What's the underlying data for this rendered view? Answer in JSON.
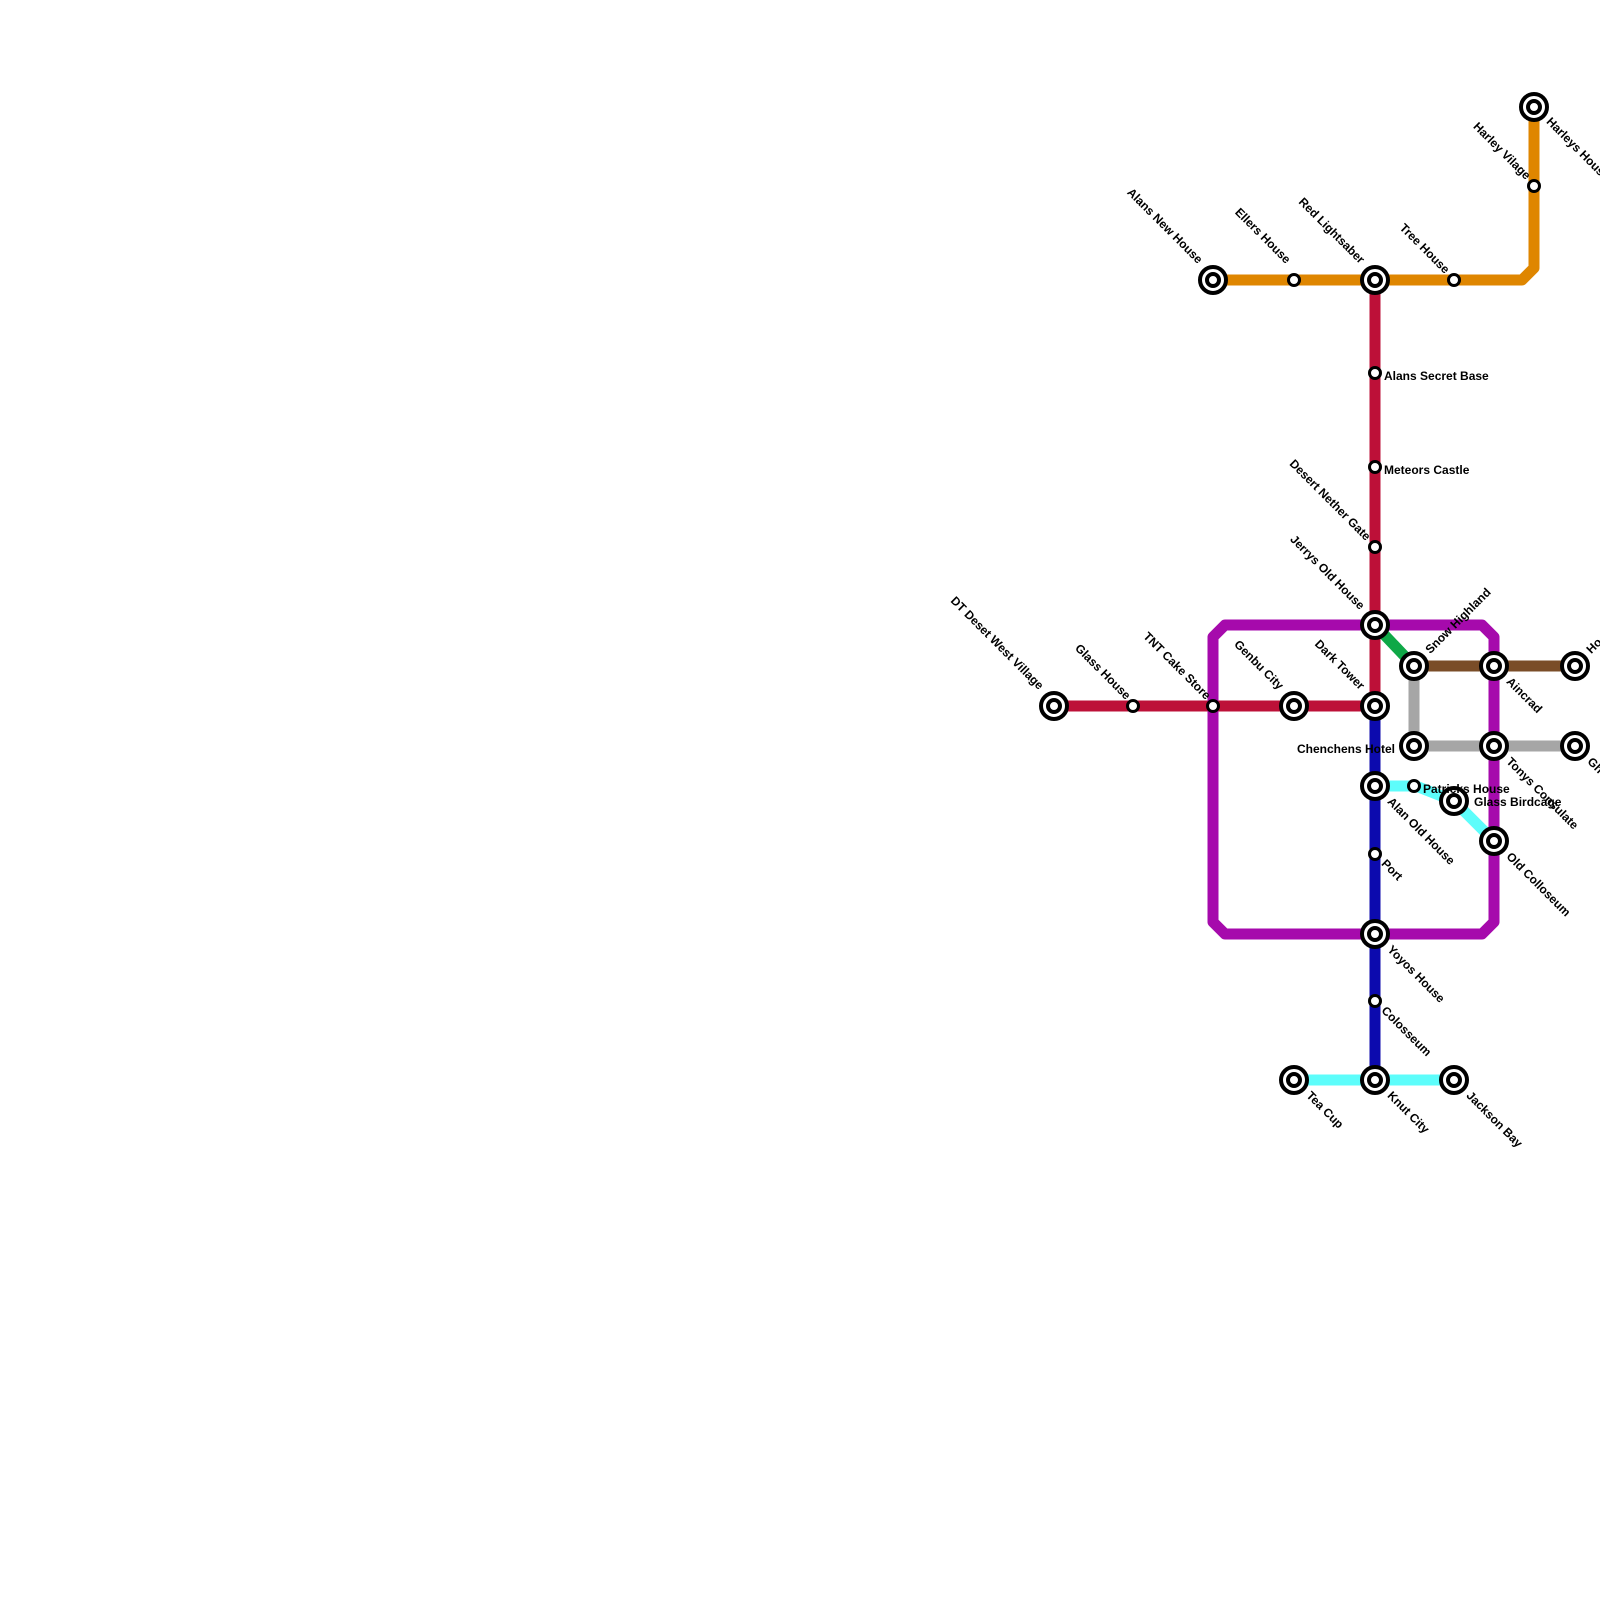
{
  "colors": {
    "orange": "#df8600",
    "red": "#bd1038",
    "purple": "#a60aac",
    "blue": "#0c0aae",
    "cyan": "#5dfdfb",
    "green": "#0fa847",
    "brown": "#7a4d28",
    "gray": "#a6a6a6"
  },
  "lines": [
    {
      "id": "orange-line",
      "color": "orange"
    },
    {
      "id": "red-line",
      "color": "red"
    },
    {
      "id": "purple-line",
      "color": "purple"
    },
    {
      "id": "blue-line",
      "color": "blue"
    },
    {
      "id": "cyan-line-north",
      "color": "cyan"
    },
    {
      "id": "cyan-line-south",
      "color": "cyan"
    },
    {
      "id": "green-line",
      "color": "green"
    },
    {
      "id": "brown-line",
      "color": "brown"
    },
    {
      "id": "gray-line",
      "color": "gray"
    }
  ],
  "stations": [
    {
      "id": "harleys-house",
      "name": "Harleys House",
      "type": "interchange"
    },
    {
      "id": "harley-village",
      "name": "Harley Vilage",
      "type": "stop"
    },
    {
      "id": "alans-new-house",
      "name": "Alans New House",
      "type": "interchange"
    },
    {
      "id": "ellers-house",
      "name": "Ellers House",
      "type": "stop"
    },
    {
      "id": "red-lightsaber",
      "name": "Red Lightsaber",
      "type": "interchange"
    },
    {
      "id": "tree-house",
      "name": "Tree House",
      "type": "stop"
    },
    {
      "id": "alans-secret-base",
      "name": "Alans Secret Base",
      "type": "stop"
    },
    {
      "id": "meteors-castle",
      "name": "Meteors Castle",
      "type": "stop"
    },
    {
      "id": "desert-nether-gate",
      "name": "Desert Nether Gate",
      "type": "stop"
    },
    {
      "id": "jerrys-old-house",
      "name": "Jerrys Old House",
      "type": "interchange"
    },
    {
      "id": "snow-highland",
      "name": "Snow Highland",
      "type": "interchange"
    },
    {
      "id": "aincrad",
      "name": "Aincrad",
      "type": "interchange"
    },
    {
      "id": "ho",
      "name": "Ho",
      "type": "interchange"
    },
    {
      "id": "dt-deset-west-village",
      "name": "DT Deset West Village",
      "type": "interchange"
    },
    {
      "id": "glass-house",
      "name": "Glass House",
      "type": "stop"
    },
    {
      "id": "tnt-cake-store",
      "name": "TNT Cake Store",
      "type": "stop"
    },
    {
      "id": "genbu-city",
      "name": "Genbu City",
      "type": "interchange"
    },
    {
      "id": "dark-tower",
      "name": "Dark Tower",
      "type": "interchange"
    },
    {
      "id": "chenchens-hotel",
      "name": "Chenchens Hotel",
      "type": "interchange"
    },
    {
      "id": "tonys-consulate",
      "name": "Tonys Consulate",
      "type": "interchange"
    },
    {
      "id": "gh",
      "name": "Gh",
      "type": "interchange"
    },
    {
      "id": "alan-old-house",
      "name": "Alan Old House",
      "type": "interchange"
    },
    {
      "id": "patricks-house",
      "name": "Patricks House",
      "type": "stop"
    },
    {
      "id": "glass-birdcage",
      "name": "Glass Birdcage",
      "type": "interchange"
    },
    {
      "id": "old-colloseum",
      "name": "Old Colloseum",
      "type": "interchange"
    },
    {
      "id": "port",
      "name": "Port",
      "type": "stop"
    },
    {
      "id": "yoyos-house",
      "name": "Yoyos House",
      "type": "interchange"
    },
    {
      "id": "colosseum",
      "name": "Colosseum",
      "type": "stop"
    },
    {
      "id": "tea-cup",
      "name": "Tea Cup",
      "type": "interchange"
    },
    {
      "id": "knut-city",
      "name": "Knut City",
      "type": "interchange"
    },
    {
      "id": "jackson-bay",
      "name": "Jackson Bay",
      "type": "interchange"
    }
  ]
}
